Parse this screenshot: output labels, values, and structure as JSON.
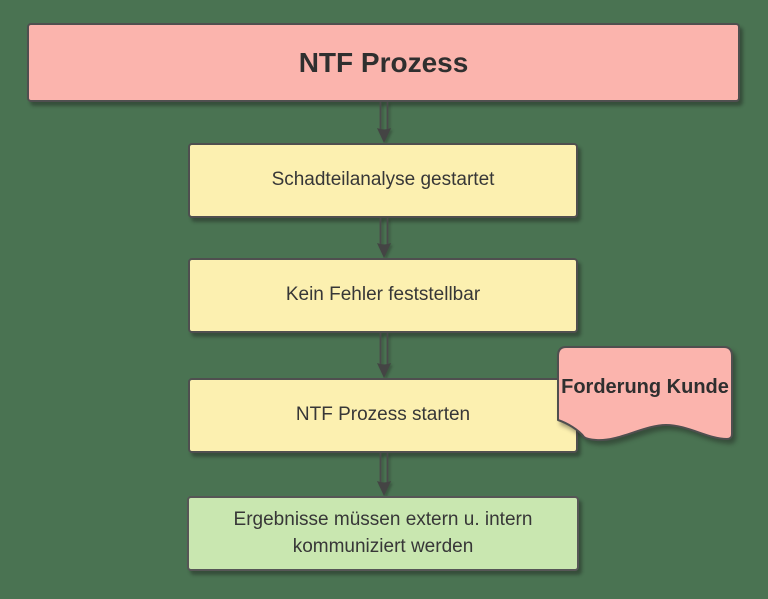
{
  "flowchart": {
    "title": "NTF Prozess",
    "steps": [
      {
        "label": "Schadteilanalyse gestartet"
      },
      {
        "label": "Kein Fehler feststellbar"
      },
      {
        "label": "NTF Prozess starten"
      },
      {
        "label": "Ergebnisse müssen extern u. intern kommuniziert werden"
      }
    ],
    "annotation": {
      "label": "Forderung Kunde",
      "shape": "document"
    },
    "colors": {
      "background": "#4a7352",
      "title_fill": "#fbb4ad",
      "process_fill": "#fcf0b0",
      "result_fill": "#c9e7b0",
      "note_fill": "#fbb4ad",
      "border": "#4f4f4f",
      "connector": "#4a4a4a",
      "text": "#373737"
    }
  }
}
